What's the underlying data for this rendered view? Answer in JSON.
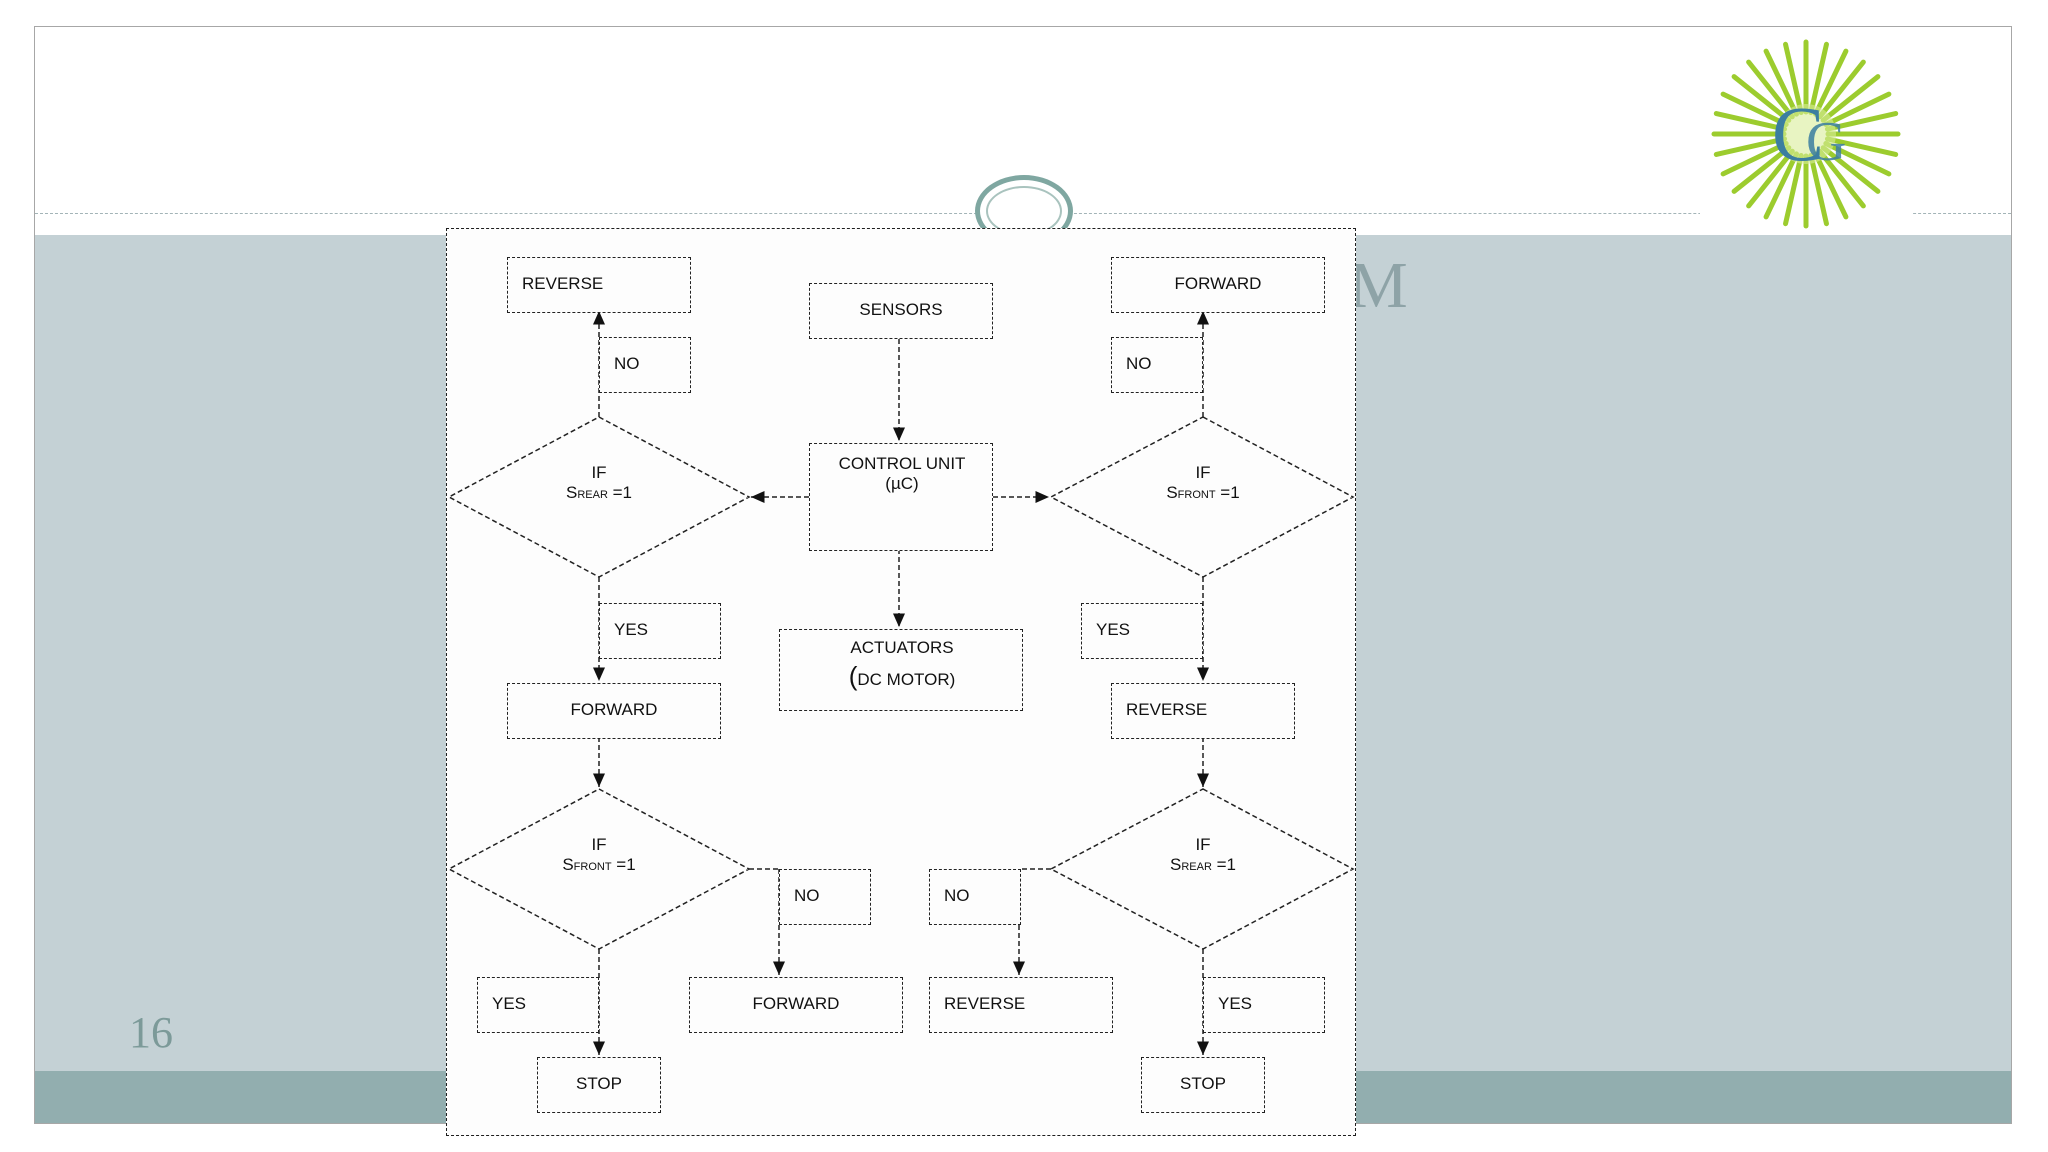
{
  "slide": {
    "page_number": "16",
    "title_fragment": "M",
    "logo_text": "CG"
  },
  "diagram": {
    "sensors": "SENSORS",
    "control_unit": "CONTROL UNIT",
    "control_unit_sub": "(µC)",
    "actuators": "ACTUATORS",
    "actuators_paren": "(",
    "actuators_sub": "DC MOTOR)",
    "left": {
      "top_action": "REVERSE",
      "top_no": "NO",
      "decision1": {
        "if": "IF",
        "s": "S",
        "sub": "REAR",
        "eq": " =1"
      },
      "yes1": "YES",
      "action1": "FORWARD",
      "decision2": {
        "if": "IF",
        "s": "S",
        "sub": "FRONT",
        "eq": "  =1"
      },
      "no2": "NO",
      "no_action": "FORWARD",
      "yes2": "YES",
      "stop": "STOP"
    },
    "right": {
      "top_action": "FORWARD",
      "top_no": "NO",
      "decision1": {
        "if": "IF",
        "s": "S",
        "sub": "FRONT",
        "eq": "  =1"
      },
      "yes1": "YES",
      "action1": "REVERSE",
      "decision2": {
        "if": "IF",
        "s": "S",
        "sub": "REAR",
        "eq": " =1"
      },
      "no2": "NO",
      "no_action": "REVERSE",
      "yes2": "YES",
      "stop": "STOP"
    }
  },
  "colors": {
    "band": "#c4d1d5",
    "footer_bar": "#92aeaf",
    "logo_green": "#9ccc2e",
    "logo_blue": "#3b7ea0"
  }
}
